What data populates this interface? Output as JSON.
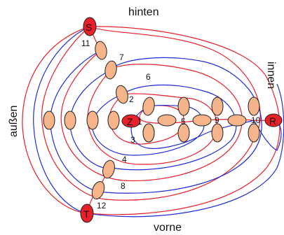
{
  "labels": {
    "top": "hinten",
    "bottom": "vorne",
    "left": "außen",
    "right": "innen"
  },
  "nodes": {
    "start": "S",
    "target": "T",
    "center": "Z",
    "right": "R"
  },
  "numbers": [
    "1",
    "2",
    "3",
    "4",
    "5",
    "6",
    "7",
    "8",
    "9",
    "10",
    "11",
    "12"
  ],
  "colors": {
    "red_path": "#e8202a",
    "blue_path": "#1f2bd6",
    "crossing_fill": "#f5b48a",
    "node_fill": "#e8202a",
    "stroke": "#222222"
  }
}
